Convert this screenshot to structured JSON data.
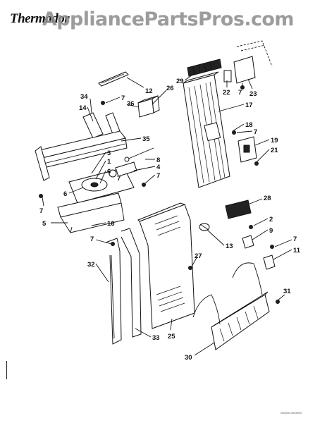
{
  "brand": "Thermador",
  "watermark": "AppliancePartsPros.com",
  "footer_code": "0000000 00000000",
  "callouts": [
    "29",
    "26",
    "12",
    "7",
    "34",
    "36",
    "14",
    "35",
    "22",
    "7",
    "23",
    "17",
    "18",
    "7",
    "19",
    "21",
    "3",
    "1",
    "6",
    "8",
    "4",
    "7",
    "6",
    "7",
    "7",
    "5",
    "16",
    "28",
    "2",
    "9",
    "13",
    "7",
    "11",
    "7",
    "32",
    "27",
    "33",
    "25",
    "31",
    "30"
  ]
}
